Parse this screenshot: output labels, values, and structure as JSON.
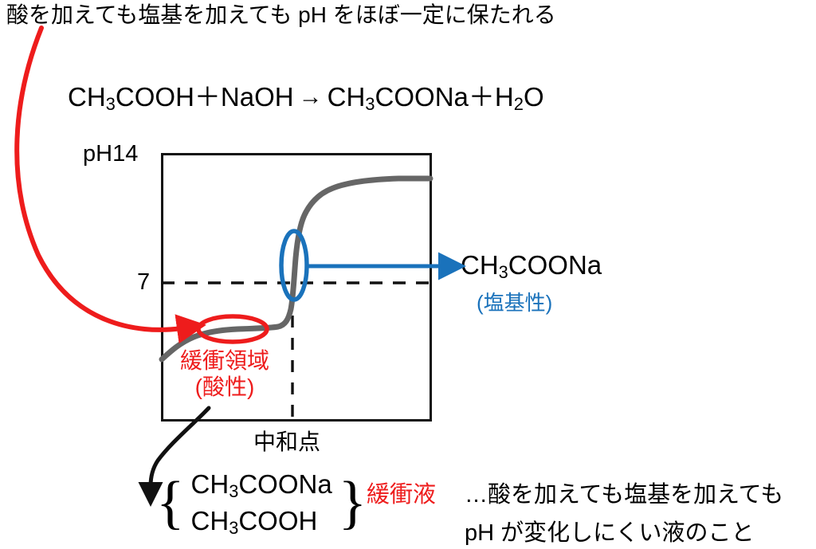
{
  "figure": {
    "title_note": "酸を加えても塩基を加えても pH をほぼ一定に保たれる",
    "equation": {
      "reactant1": "CH",
      "reactant1_sub": "3",
      "reactant1_rest": "COOH",
      "plus1": "＋",
      "reactant2": "NaOH",
      "arrow": "→",
      "product1": "CH",
      "product1_sub": "3",
      "product1_rest": "COONa",
      "plus2": "＋",
      "product2": "H",
      "product2_sub": "2",
      "product2_rest": "O",
      "full_text": "CH3COOH＋NaOH → CH3COONa＋H2O"
    },
    "axis": {
      "y_top_label": "pH14",
      "y_mid_label": "7",
      "x_point_label": "中和点"
    },
    "annotations": {
      "buffer_region_line1": "緩衝領域",
      "buffer_region_line2": "(酸性)",
      "product_label": "CH",
      "product_label_sub": "3",
      "product_label_rest": "COONa",
      "product_nature": "(塩基性)"
    },
    "brace": {
      "line1_prefix": "CH",
      "line1_sub": "3",
      "line1_rest": "COONa",
      "line2_prefix": "CH",
      "line2_sub": "3",
      "line2_rest": "COOH",
      "open": "{",
      "close": "}"
    },
    "buffer_definition": {
      "term": "緩衝液",
      "desc_line1": "…酸を加えても塩基を加えても",
      "desc_line2": "pH が変化しにくい液のこと"
    },
    "colors": {
      "red": "#ee1c1c",
      "blue": "#1a72bb",
      "curve_gray": "#666666",
      "black": "#000000"
    }
  },
  "chart_data": {
    "type": "line",
    "title": "酸を加えても塩基を加えても pH をほぼ一定に保たれる",
    "xlabel": "中和点",
    "ylabel": "pH",
    "ylim": [
      0,
      14
    ],
    "y_ticks": [
      7,
      14
    ],
    "y_tick_labels": [
      "7",
      "pH14"
    ],
    "grid": false,
    "legend": null,
    "series": [
      {
        "name": "titration curve (CH3COOH + NaOH)",
        "color": "#666666",
        "points": [
          [
            0.0,
            3.0
          ],
          [
            0.08,
            3.6
          ],
          [
            0.18,
            4.2
          ],
          [
            0.32,
            4.6
          ],
          [
            0.45,
            4.75
          ],
          [
            0.55,
            4.8
          ],
          [
            0.62,
            4.85
          ],
          [
            0.68,
            5.3
          ],
          [
            0.72,
            6.4
          ],
          [
            0.735,
            7.6
          ],
          [
            0.75,
            9.0
          ],
          [
            0.78,
            10.2
          ],
          [
            0.85,
            11.4
          ],
          [
            0.95,
            12.0
          ],
          [
            1.0,
            12.2
          ]
        ]
      }
    ],
    "reference_lines": [
      {
        "type": "horizontal",
        "value": 7,
        "style": "dashed",
        "color": "#000000"
      },
      {
        "type": "vertical",
        "value_label": "中和点",
        "style": "dashed",
        "color": "#000000"
      }
    ],
    "highlights": [
      {
        "name": "buffer-region",
        "shape": "ellipse",
        "color": "#ee1c1c",
        "label": "緩衝領域 (酸性)"
      },
      {
        "name": "equivalence-point",
        "shape": "ellipse",
        "color": "#1a72bb",
        "label": "CH3COONa (塩基性)"
      }
    ]
  }
}
